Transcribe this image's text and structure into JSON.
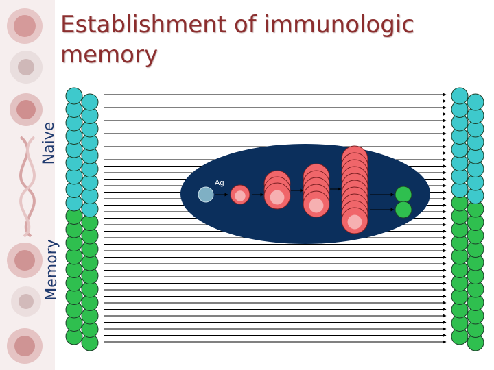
{
  "title": "Establishment of immunologic memory",
  "labels": {
    "naive": "Naive",
    "memory": "Memory",
    "antigen": "Ag"
  },
  "colors": {
    "naive_cell": "#3ec9cc",
    "memory_cell": "#2fbf4f",
    "effector_cell": "#f0666a",
    "lymph_node": "#0b2f5c",
    "accent": "#8b2e2e"
  }
}
